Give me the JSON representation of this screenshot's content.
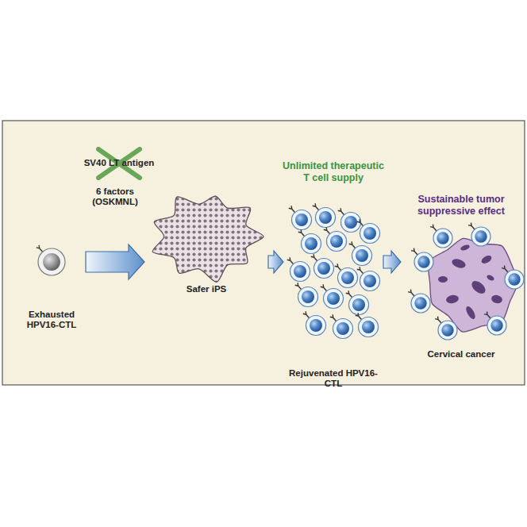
{
  "diagram": {
    "nodes": [
      {
        "text": [
          "Exhausted HPV16-CTL"
        ]
      },
      {
        "text": [
          "Safer iPS"
        ]
      },
      {
        "text": [
          "Unlimited therapeutic T cell supply",
          "Rejuvenated HPV16-CTL"
        ]
      },
      {
        "text": [
          "Sustainable tumor suppressive effect",
          "Cervical cancer"
        ]
      }
    ],
    "edges": [
      {
        "from": 0,
        "to": 1,
        "arrow": "to",
        "label": "6 factors (OSKMNL)"
      },
      {
        "from": 1,
        "to": 2,
        "arrow": "to"
      },
      {
        "from": 2,
        "to": 3,
        "arrow": "to"
      }
    ],
    "labels": [
      "SV40 LT antigen"
    ]
  }
}
